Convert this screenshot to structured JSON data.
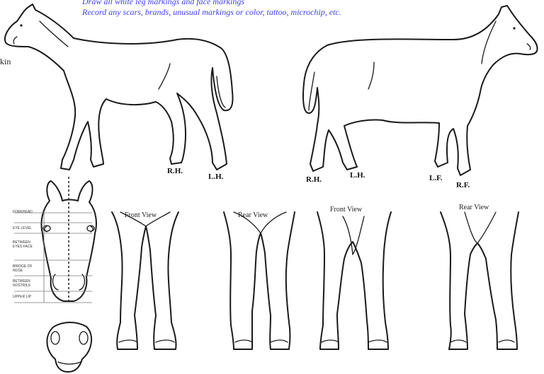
{
  "instructions": {
    "line1": "Draw all white leg markings and face markings",
    "line2": "Record any scars, brands, unusual markings or color, tattoo, microchip, etc."
  },
  "side_text": "kin",
  "left_horse_labels": {
    "rh": "R.H.",
    "lh": "L.H."
  },
  "right_horse_labels": {
    "rh": "R.H.",
    "lh": "L.H.",
    "lf": "L.F.",
    "rf": "R.F."
  },
  "face_regions": [
    "FOREHEAD",
    "EYE LEVEL",
    "BETWEEN EYES FACE",
    "BRIDGE OF NOSE",
    "BETWEEN NOSTRILS",
    "UPPER LIP"
  ],
  "views": {
    "front1": "Front View",
    "rear1": "Rear View",
    "front2": "Front View",
    "rear2": "Rear View"
  }
}
